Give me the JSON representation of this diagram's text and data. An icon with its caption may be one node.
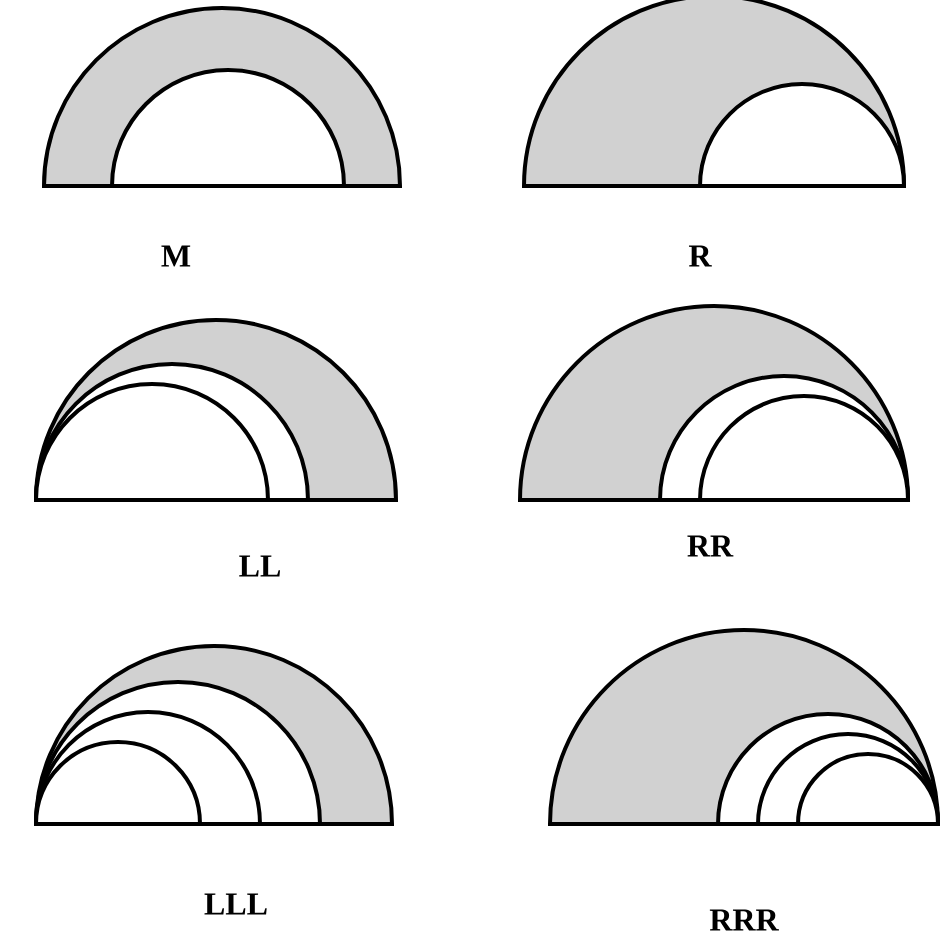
{
  "diagram": {
    "labels": [
      "M",
      "R",
      "LL",
      "RR",
      "LLL",
      "RRR"
    ]
  }
}
